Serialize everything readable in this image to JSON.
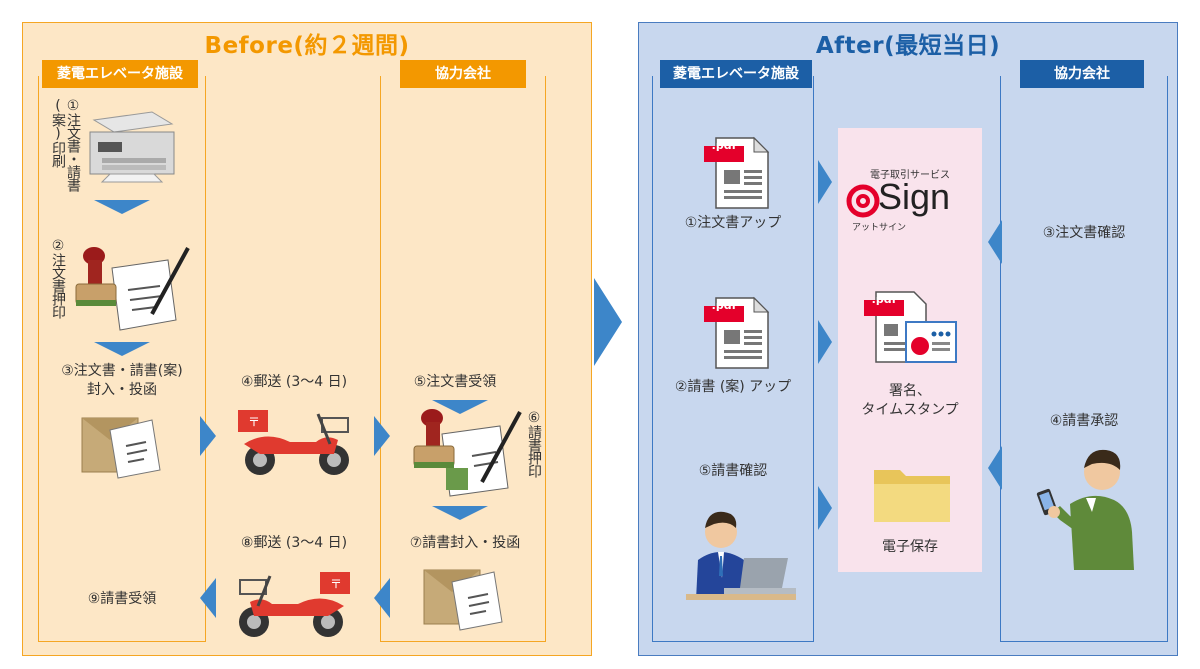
{
  "before": {
    "title": "Before(約２週間)",
    "col_left_header": "菱電エレベータ施設",
    "col_right_header": "協力会社",
    "step1": "①注文書・請書(案)印刷",
    "step2": "②注文書押印",
    "step3": {
      "line1": "③注文書・請書(案)",
      "line2": "封入・投函"
    },
    "step4": "④郵送 (3〜4 日)",
    "step5": "⑤注文書受領",
    "step6": "⑥請書押印",
    "step7": "⑦請書封入・投函",
    "step8": "⑧郵送 (3〜4 日)",
    "step9": "⑨請書受領"
  },
  "after": {
    "title": "After(最短当日)",
    "col_left_header": "菱電エレベータ施設",
    "col_right_header": "協力会社",
    "step1": "①注文書アップ",
    "step2": "②請書 (案) アップ",
    "step3": "③注文書確認",
    "step4": "④請書承認",
    "step5": "⑤請書確認",
    "logo_caption": "電子取引サービス",
    "logo_text": "Sign",
    "logo_reading": "アットサイン",
    "sign_label": {
      "line1": "署名、",
      "line2": "タイムスタンプ"
    },
    "storage_label": "電子保存",
    "pdf_label": ".pdf"
  },
  "colors": {
    "before_bg": "#fde7c6",
    "before_accent": "#f39800",
    "after_bg": "#c8d7ee",
    "after_accent": "#1c5fa6",
    "arrow_blue": "#3d86c9",
    "service_bg": "#f9e3ec",
    "logo_red": "#e4002b"
  }
}
